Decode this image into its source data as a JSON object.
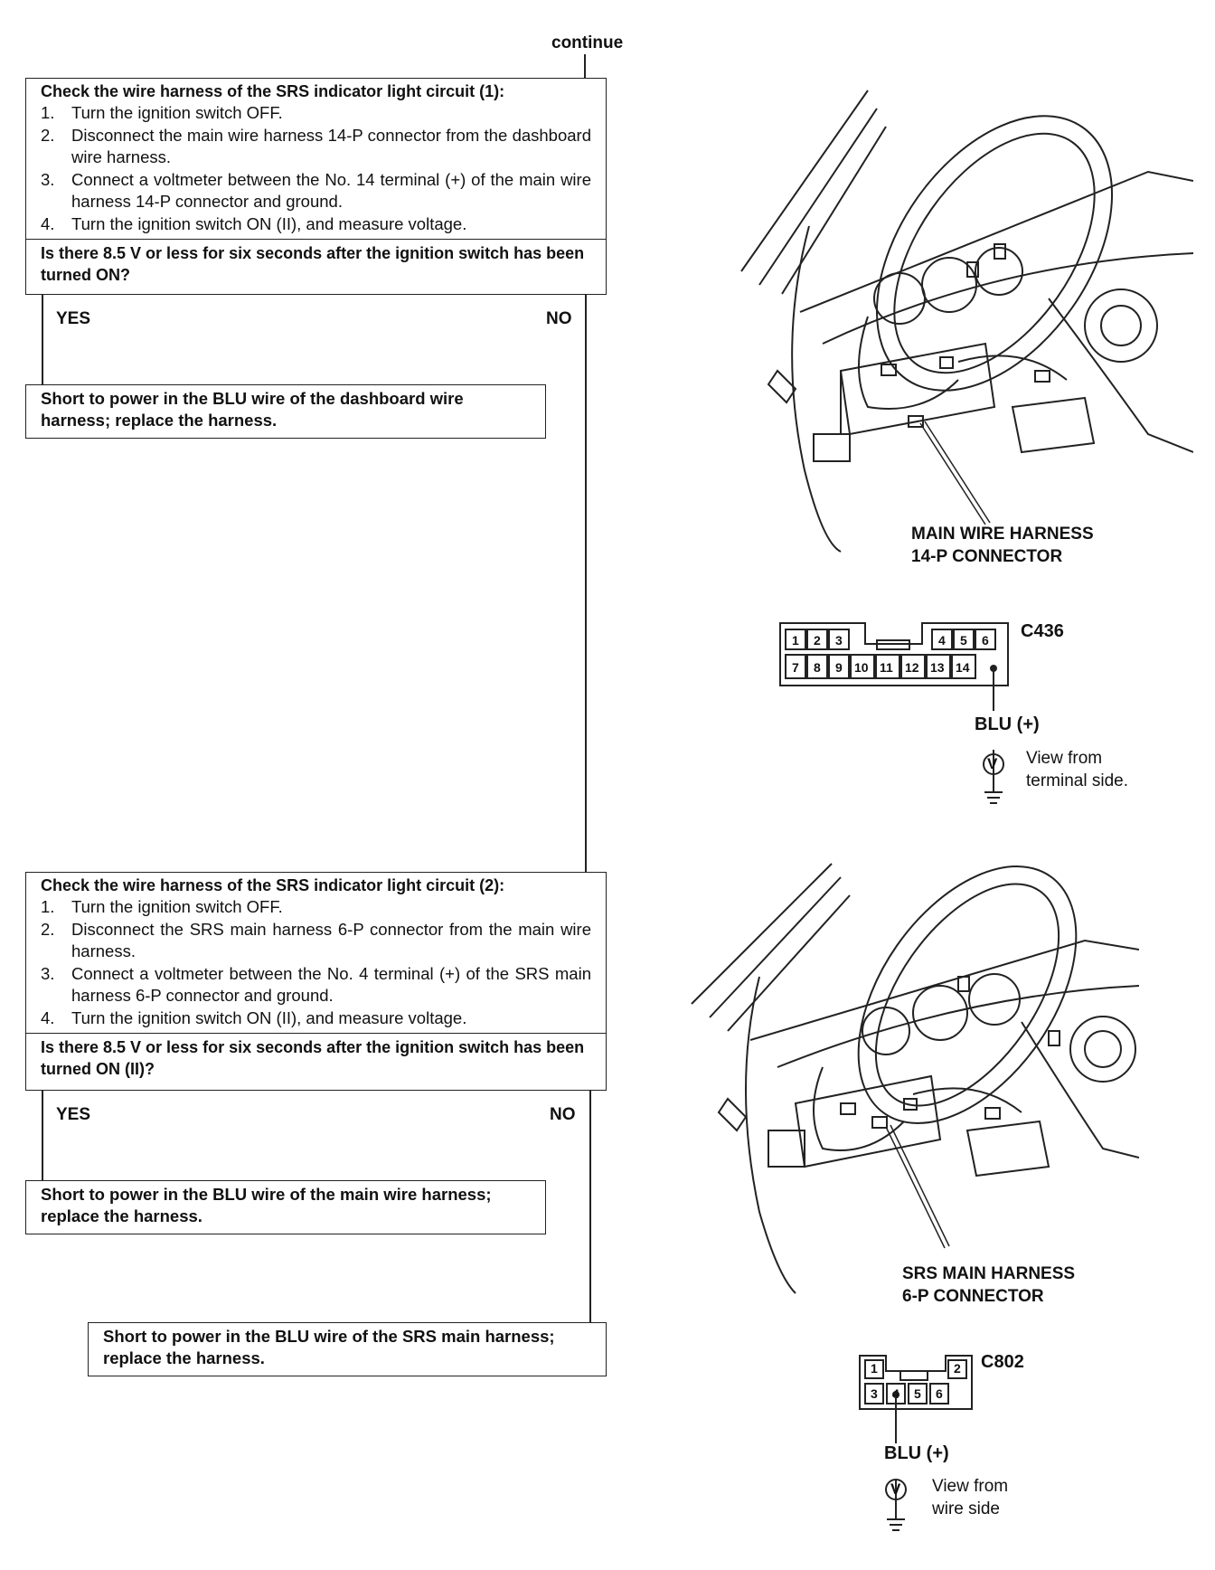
{
  "header": {
    "continue_label": "continue"
  },
  "check1": {
    "title": "Check the wire harness of the SRS indicator light circuit (1):",
    "steps": [
      {
        "num": "1.",
        "text": "Turn the ignition switch OFF."
      },
      {
        "num": "2.",
        "text": "Disconnect the main wire harness 14-P connector from the dashboard wire harness."
      },
      {
        "num": "3.",
        "text": "Connect a voltmeter between the No. 14 terminal (+) of the main wire harness 14-P connector and ground."
      },
      {
        "num": "4.",
        "text": "Turn the ignition switch ON (II), and measure voltage."
      }
    ],
    "question": "Is there 8.5 V or less for six seconds after the ignition switch has been turned ON?",
    "yes_label": "YES",
    "no_label": "NO",
    "yes_result": "Short to power in the BLU wire of the dashboard wire harness; replace the harness."
  },
  "check2": {
    "title": "Check the wire harness of the SRS indicator light circuit (2):",
    "steps": [
      {
        "num": "1.",
        "text": "Turn the ignition switch OFF."
      },
      {
        "num": "2.",
        "text": "Disconnect the SRS main harness 6-P connector from the main wire harness."
      },
      {
        "num": "3.",
        "text": "Connect a voltmeter between the No. 4 terminal (+) of the SRS main harness 6-P connector and ground."
      },
      {
        "num": "4.",
        "text": "Turn the ignition switch ON (II), and measure voltage."
      }
    ],
    "question": "Is there 8.5 V or less for six seconds after the ignition switch has been turned ON (II)?",
    "yes_label": "YES",
    "no_label": "NO",
    "yes_result": "Short to power in the BLU wire of the main wire harness; replace the harness.",
    "no_result": "Short to power in the BLU wire of the SRS main harness; replace the harness."
  },
  "figure1": {
    "callout": [
      "MAIN WIRE HARNESS",
      "14-P CONNECTOR"
    ],
    "connector_id": "C436",
    "pins_top": [
      "1",
      "2",
      "3",
      "4",
      "5",
      "6"
    ],
    "pins_bottom": [
      "7",
      "8",
      "9",
      "10",
      "11",
      "12",
      "13",
      "14"
    ],
    "wire_label": "BLU (+)",
    "meter_symbol": "V",
    "view_note": [
      "View from",
      "terminal side."
    ]
  },
  "figure2": {
    "callout": [
      "SRS MAIN HARNESS",
      "6-P CONNECTOR"
    ],
    "connector_id": "C802",
    "pins_top": [
      "1",
      "2"
    ],
    "pins_bottom": [
      "3",
      "4",
      "5",
      "6"
    ],
    "wire_label": "BLU (+)",
    "meter_symbol": "V",
    "view_note": [
      "View from",
      "wire side"
    ]
  }
}
